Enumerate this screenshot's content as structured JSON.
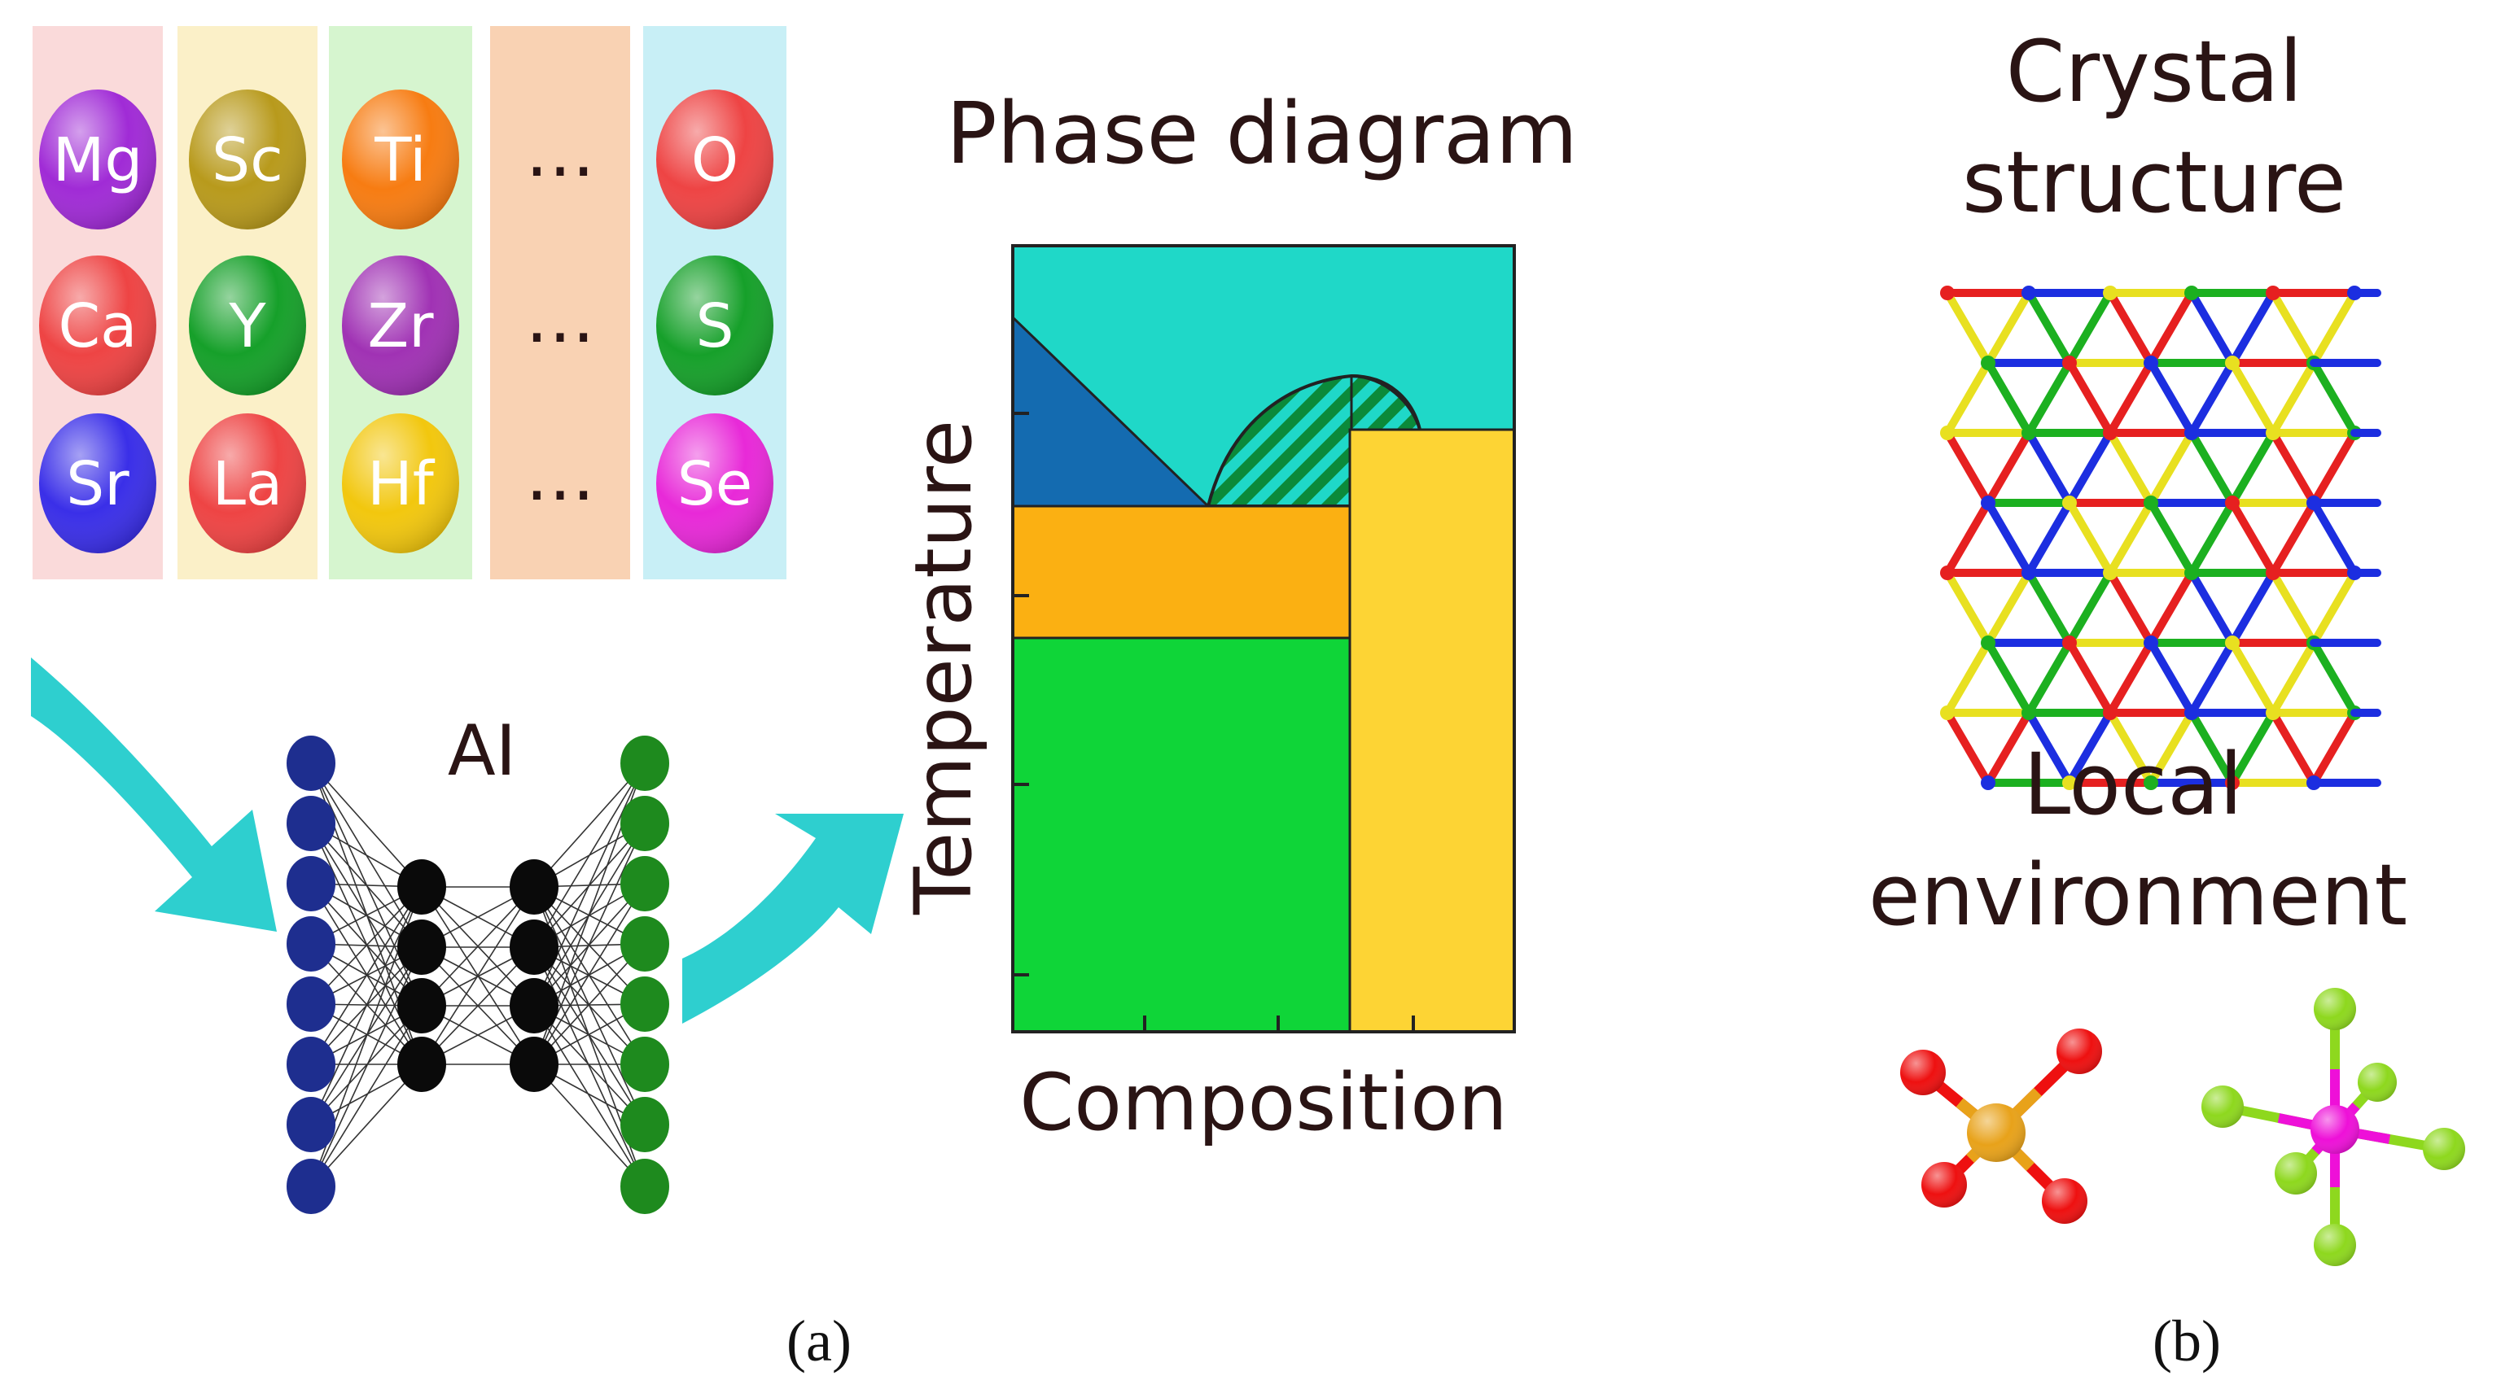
{
  "panel_a": {
    "columns": [
      {
        "bg": "#fadada",
        "elements": [
          {
            "symbol": "Mg",
            "color": "#a02bd6"
          },
          {
            "symbol": "Ca",
            "color": "#ee4444"
          },
          {
            "symbol": "Sr",
            "color": "#3a2fe8"
          }
        ]
      },
      {
        "bg": "#fbf0c8",
        "elements": [
          {
            "symbol": "Sc",
            "color": "#b89a1c"
          },
          {
            "symbol": "Y",
            "color": "#16a02a"
          },
          {
            "symbol": "La",
            "color": "#ee4444"
          }
        ]
      },
      {
        "bg": "#d6f5cf",
        "elements": [
          {
            "symbol": "Ti",
            "color": "#f77c12"
          },
          {
            "symbol": "Zr",
            "color": "#a032b4"
          },
          {
            "symbol": "Hf",
            "color": "#f2c70e"
          }
        ]
      },
      {
        "bg": "#f9d2b3",
        "elements": [
          {
            "symbol": "…",
            "color": ""
          },
          {
            "symbol": "…",
            "color": ""
          },
          {
            "symbol": "…",
            "color": ""
          }
        ]
      },
      {
        "bg": "#c8eff6",
        "elements": [
          {
            "symbol": "O",
            "color": "#ee4444"
          },
          {
            "symbol": "S",
            "color": "#16a02a"
          },
          {
            "symbol": "Se",
            "color": "#e829d8"
          }
        ]
      }
    ],
    "ai_label": "AI",
    "network": {
      "input_color": "#1e2e8f",
      "hidden_color": "#0a0a0a",
      "output_color": "#1e8a1e",
      "layers": [
        8,
        4,
        4,
        8
      ]
    },
    "arrow_color": "#2ecfcf",
    "phase_diagram": {
      "title": "Phase diagram",
      "xlabel": "Composition",
      "ylabel": "Temperature",
      "colors": {
        "liquid": "#1fd8c8",
        "blue": "#146bb0",
        "orange": "#fbb012",
        "green": "#0fd538",
        "yellow": "#fdd434",
        "hatch": "#0b8a3a"
      }
    },
    "caption": "(a)"
  },
  "panel_b": {
    "crystal_title_line1": "Crystal",
    "crystal_title_line2": "structure",
    "local_title_line1": "Local",
    "local_title_line2": "environment",
    "lattice_colors": [
      "#e62020",
      "#1c2ee0",
      "#e8e020",
      "#1cb020"
    ],
    "tetrahedron": {
      "center": "#e8a21a",
      "ligand": "#ee1010"
    },
    "octahedron": {
      "center": "#ee10d8",
      "ligand": "#8ed81e"
    },
    "caption": "(b)"
  }
}
